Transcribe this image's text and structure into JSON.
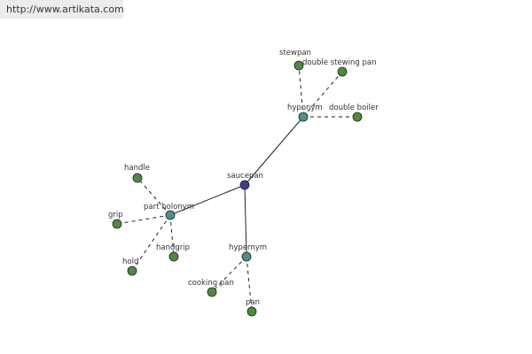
{
  "header": {
    "url": "http://www.artikata.com"
  },
  "colors": {
    "root": "#3b3f8f",
    "relation": "#4f8f8f",
    "leaf": "#4e8a3e",
    "edge": "#222222"
  },
  "graph": {
    "nodes": [
      {
        "id": "saucepan",
        "label": "saucepan",
        "kind": "root"
      },
      {
        "id": "hyponym",
        "label": "hyponym",
        "kind": "relation"
      },
      {
        "id": "part-holonym",
        "label": "part holonym",
        "kind": "relation"
      },
      {
        "id": "hypernym",
        "label": "hypernym",
        "kind": "relation"
      },
      {
        "id": "stewpan",
        "label": "stewpan",
        "kind": "leaf"
      },
      {
        "id": "double-stewing-pan",
        "label": "double stewing pan",
        "kind": "leaf"
      },
      {
        "id": "double-boiler",
        "label": "double boiler",
        "kind": "leaf"
      },
      {
        "id": "handle",
        "label": "handle",
        "kind": "leaf"
      },
      {
        "id": "grip",
        "label": "grip",
        "kind": "leaf"
      },
      {
        "id": "hold",
        "label": "hold",
        "kind": "leaf"
      },
      {
        "id": "handgrip",
        "label": "handgrip",
        "kind": "leaf"
      },
      {
        "id": "cooking-pan",
        "label": "cooking pan",
        "kind": "leaf"
      },
      {
        "id": "pan",
        "label": "pan",
        "kind": "leaf"
      }
    ],
    "edges": [
      {
        "from": "saucepan",
        "to": "hyponym",
        "style": "solid"
      },
      {
        "from": "saucepan",
        "to": "part-holonym",
        "style": "solid"
      },
      {
        "from": "saucepan",
        "to": "hypernym",
        "style": "solid"
      },
      {
        "from": "hyponym",
        "to": "stewpan",
        "style": "dashed"
      },
      {
        "from": "hyponym",
        "to": "double-stewing-pan",
        "style": "dashed"
      },
      {
        "from": "hyponym",
        "to": "double-boiler",
        "style": "dashed"
      },
      {
        "from": "part-holonym",
        "to": "handle",
        "style": "dashed"
      },
      {
        "from": "part-holonym",
        "to": "grip",
        "style": "dashed"
      },
      {
        "from": "part-holonym",
        "to": "hold",
        "style": "dashed"
      },
      {
        "from": "part-holonym",
        "to": "handgrip",
        "style": "dashed"
      },
      {
        "from": "hypernym",
        "to": "cooking-pan",
        "style": "dashed"
      },
      {
        "from": "hypernym",
        "to": "pan",
        "style": "dashed"
      }
    ]
  }
}
